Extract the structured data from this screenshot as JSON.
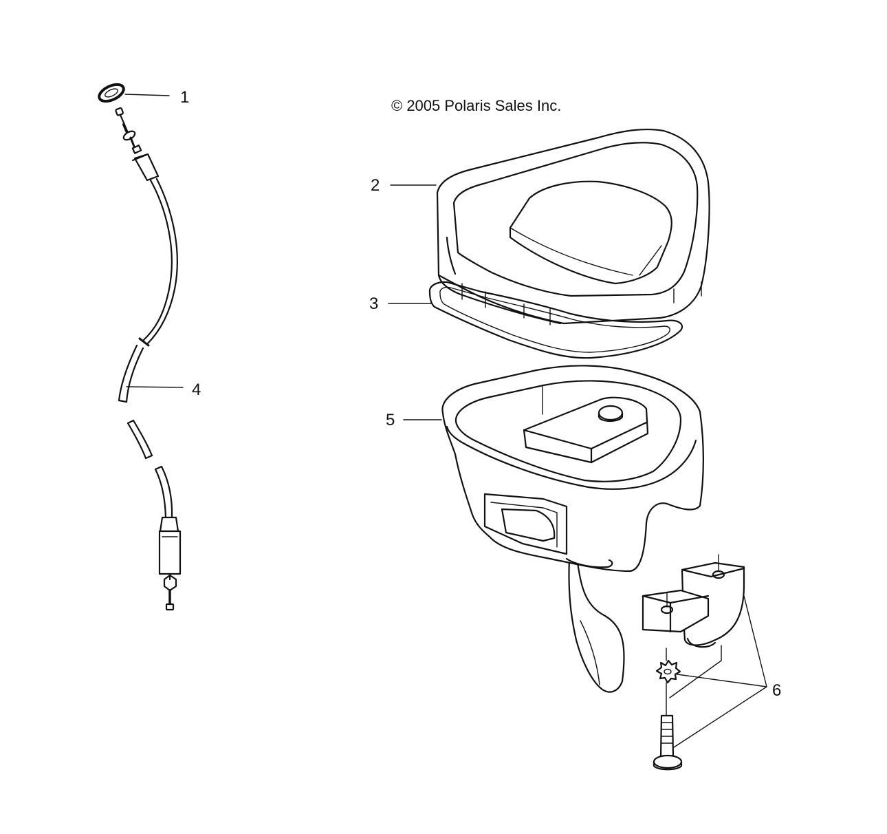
{
  "copyright": "© 2005 Polaris Sales Inc.",
  "callouts": {
    "c1": "1",
    "c2": "2",
    "c3": "3",
    "c4": "4",
    "c5": "5",
    "c6": "6"
  },
  "parts": {
    "p1": "o-ring-seal",
    "p2": "housing-cover",
    "p3": "gasket",
    "p4": "throttle-cable",
    "p5": "throttle-housing",
    "p6": "clamp-hardware"
  }
}
